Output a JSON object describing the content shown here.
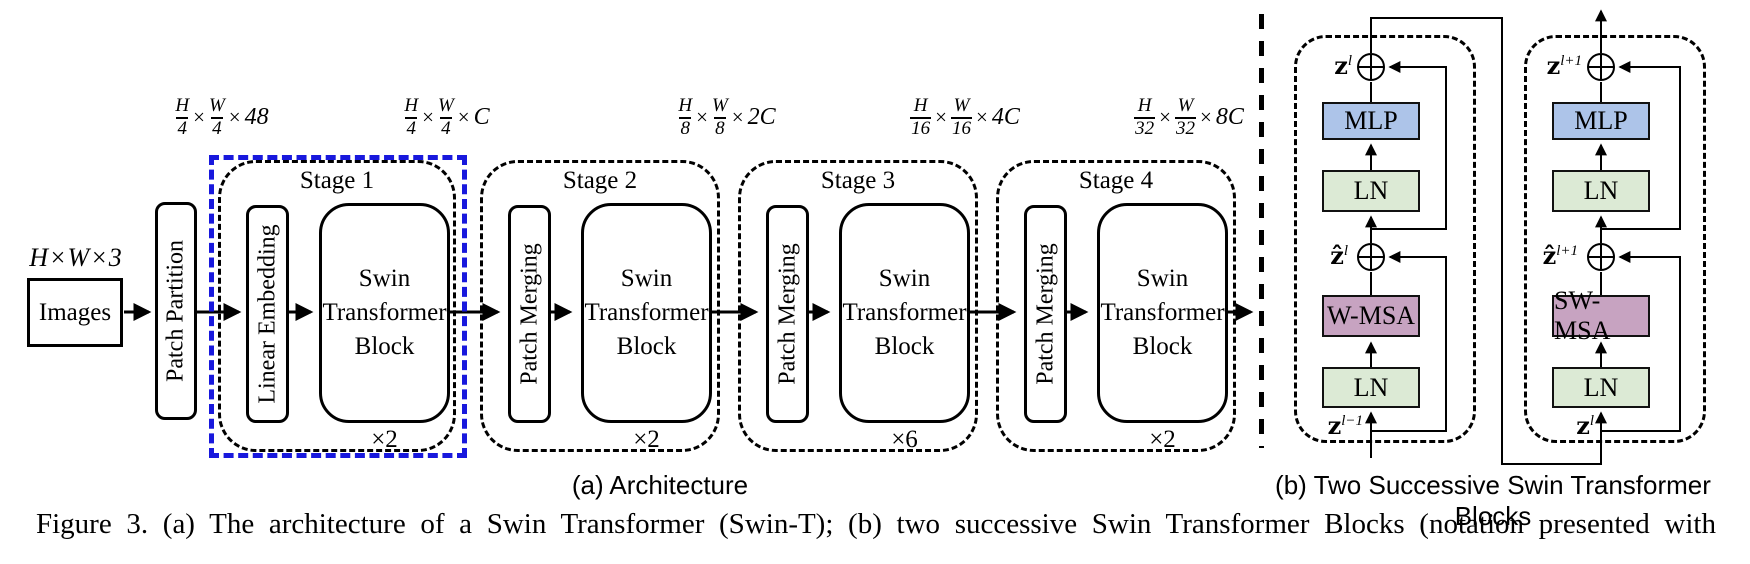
{
  "symbols": {
    "times": "×"
  },
  "colors": {
    "stage1_highlight": "#1818dd",
    "mlp_fill": "#adc4e9",
    "ln_fill": "#dcead5",
    "msa_fill": "#c7a3c1"
  },
  "panel_a": {
    "caption": "(a) Architecture",
    "input_dim": "H×W×3",
    "images_label": "Images",
    "patch_partition": "Patch Partition",
    "dims": [
      {
        "num1": "H",
        "den1": "4",
        "num2": "W",
        "den2": "4",
        "mult": "48"
      },
      {
        "num1": "H",
        "den1": "4",
        "num2": "W",
        "den2": "4",
        "mult": "C"
      },
      {
        "num1": "H",
        "den1": "8",
        "num2": "W",
        "den2": "8",
        "mult": "2C"
      },
      {
        "num1": "H",
        "den1": "16",
        "num2": "W",
        "den2": "16",
        "mult": "4C"
      },
      {
        "num1": "H",
        "den1": "32",
        "num2": "W",
        "den2": "32",
        "mult": "8C"
      }
    ],
    "stages": [
      {
        "label": "Stage 1",
        "pre": "Linear Embedding",
        "block": "Swin\nTransformer\nBlock",
        "repeat": "×2"
      },
      {
        "label": "Stage 2",
        "pre": "Patch Merging",
        "block": "Swin\nTransformer\nBlock",
        "repeat": "×2"
      },
      {
        "label": "Stage 3",
        "pre": "Patch Merging",
        "block": "Swin\nTransformer\nBlock",
        "repeat": "×6"
      },
      {
        "label": "Stage 4",
        "pre": "Patch Merging",
        "block": "Swin\nTransformer\nBlock",
        "repeat": "×2"
      }
    ]
  },
  "panel_b": {
    "caption": "(b) Two Successive Swin Transformer Blocks",
    "blocks": [
      {
        "mlp": "MLP",
        "ln_upper": "LN",
        "msa": "W-MSA",
        "ln_lower": "LN",
        "out_label": {
          "base": "z",
          "sup": "l"
        },
        "mid_label": {
          "base": "ẑ",
          "sup": "l"
        },
        "in_label": {
          "base": "z",
          "sup": "l−1"
        }
      },
      {
        "mlp": "MLP",
        "ln_upper": "LN",
        "msa": "SW-MSA",
        "ln_lower": "LN",
        "out_label": {
          "base": "z",
          "sup": "l+1"
        },
        "mid_label": {
          "base": "ẑ",
          "sup": "l+1"
        },
        "in_label": {
          "base": "z",
          "sup": "l"
        }
      }
    ]
  },
  "figure_caption": "Figure 3. (a) The architecture of a Swin Transformer (Swin-T); (b) two successive Swin Transformer Blocks (notation presented with"
}
